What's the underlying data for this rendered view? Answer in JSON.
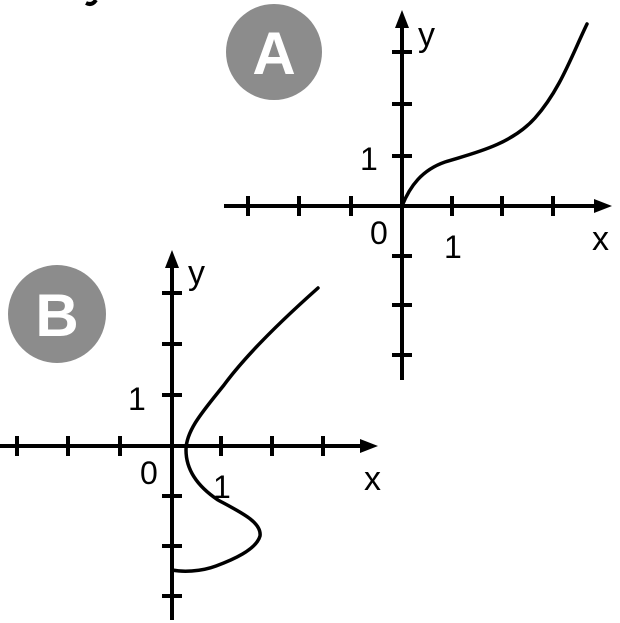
{
  "graphs": [
    {
      "badge": "A",
      "axis_x": "x",
      "axis_y": "y",
      "origin": "0",
      "tick_x": "1",
      "tick_y": "1"
    },
    {
      "badge": "B",
      "axis_x": "x",
      "axis_y": "y",
      "origin": "0",
      "tick_x": "1",
      "tick_y": "1"
    }
  ],
  "colors": {
    "badge_fill": "#8c8c8c",
    "ink": "#000000"
  }
}
